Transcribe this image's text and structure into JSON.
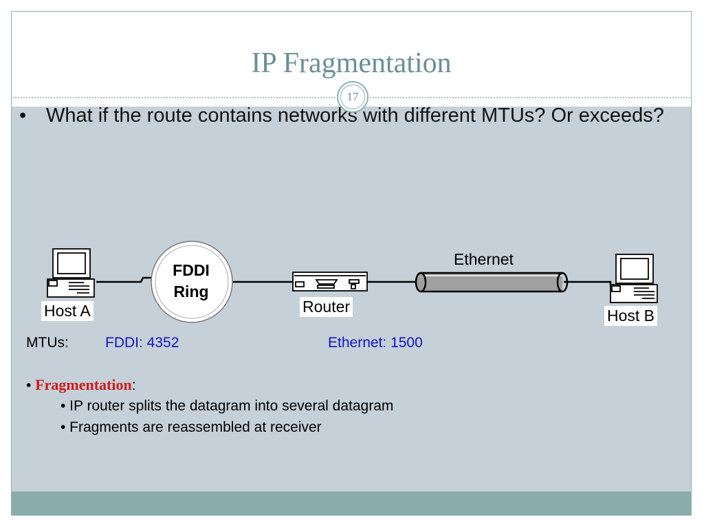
{
  "slide": {
    "title": "IP Fragmentation",
    "slide_number": "17",
    "bullet_symbol": "•",
    "question": "What if the route contains networks with different MTUs? Or exceeds?"
  },
  "diagram": {
    "host_a_label": "Host A",
    "host_b_label": "Host B",
    "router_label": "Router",
    "ethernet_label": "Ethernet",
    "fddi_line1": "FDDI",
    "fddi_line2": "Ring"
  },
  "mtus": {
    "label": "MTUs:",
    "fddi": "FDDI: 4352",
    "ethernet": "Ethernet: 1500",
    "value_color": "#1414c8"
  },
  "fragmentation": {
    "bullet": "•",
    "keyword": "Fragmentation",
    "colon": ":",
    "points": [
      "• IP router splits the datagram into several datagram",
      "• Fragments are reassembled at receiver"
    ]
  },
  "colors": {
    "title": "#6a8f95",
    "content_bg": "#c5d0d8",
    "footer_bar": "#8aacac",
    "keyword_red": "#d11a1a"
  }
}
